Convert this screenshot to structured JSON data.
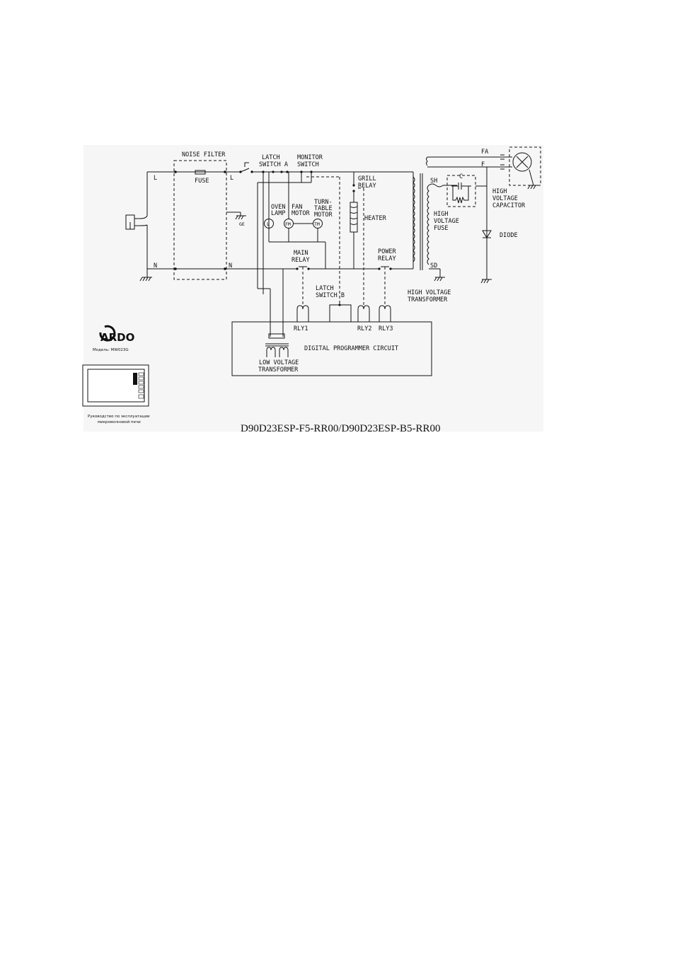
{
  "diagram": {
    "labels": {
      "noise_filter": "NOISE FILTER",
      "fuse": "FUSE",
      "L_left": "L",
      "L_right": "L",
      "N_left": "N",
      "N_right": "N",
      "ge": "GE",
      "latch_switch_a": [
        "LATCH",
        "SWITCH A"
      ],
      "monitor_switch": [
        "MONITOR",
        "SWITCH"
      ],
      "grill_relay": [
        "GRILL",
        "RELAY"
      ],
      "heater": "HEATER",
      "oven_lamp": [
        "OVEN",
        "LAMP"
      ],
      "fan_motor": [
        "FAN",
        "MOTOR"
      ],
      "turntable_motor": [
        "TURN-",
        "TABLE",
        "MOTOR"
      ],
      "lamp_symbol": "L",
      "fm_symbol": "FM",
      "tm_symbol": "TM",
      "main_relay": [
        "MAIN",
        "RELAY"
      ],
      "power_relay": [
        "POWER",
        "RELAY"
      ],
      "latch_switch_b": [
        "LATCH",
        "SWITCH B"
      ],
      "rly1": "RLY1",
      "rly2": "RLY2",
      "rly3": "RLY3",
      "digital_programmer": "DIGITAL PROGRAMMER CIRCUIT",
      "low_voltage_transformer": [
        "LOW VOLTAGE",
        "TRANSFORMER"
      ],
      "high_voltage_transformer": [
        "HIGH VOLTAGE",
        "TRANSFORMER"
      ],
      "fa": "FA",
      "f": "F",
      "sh": "SH",
      "sd": "SD",
      "c": "C",
      "high_voltage_capacitor": [
        "HIGH",
        "VOLTAGE",
        "CAPACITOR"
      ],
      "high_voltage_fuse": [
        "HIGH",
        "VOLTAGE",
        "FUSE"
      ],
      "diode": "DIODE"
    },
    "brand": {
      "logo": "ARDO",
      "model_caption": "Модель: MW023G",
      "manual_caption": [
        "Руководство по эксплуатации",
        "микроволновой печи"
      ]
    },
    "model_number": "D90D23ESP-F5-RR00/D90D23ESP-B5-RR00"
  }
}
